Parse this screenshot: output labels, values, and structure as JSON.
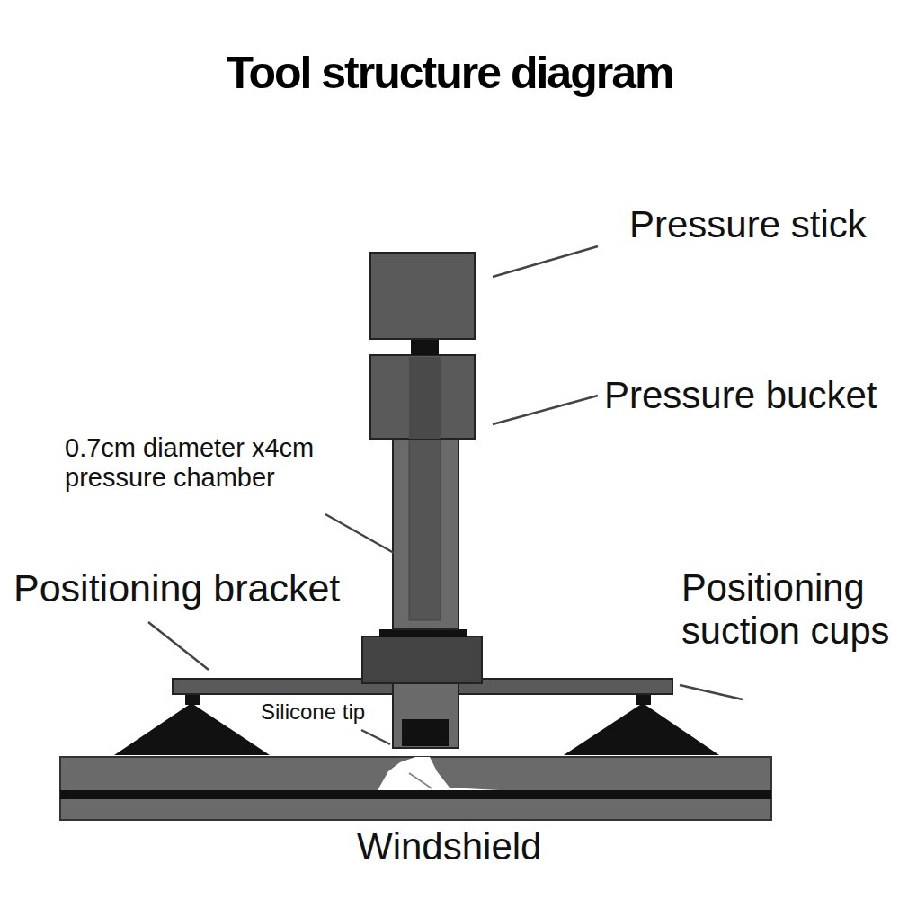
{
  "diagram": {
    "title": "Tool structure diagram",
    "labels": [
      "Pressure stick",
      "Pressure bucket",
      "0.7cm diameter x4cm pressure chamber",
      "Positioning bracket",
      "Positioning suction cups",
      "Silicone tip",
      "Windshield"
    ]
  }
}
